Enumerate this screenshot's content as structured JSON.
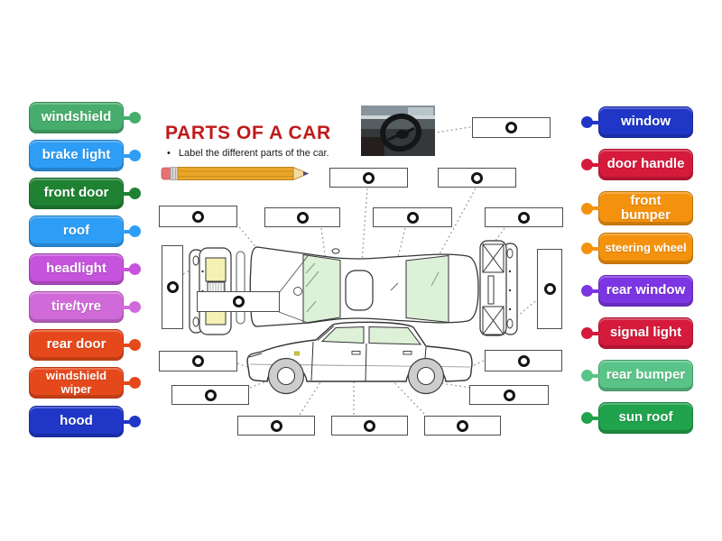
{
  "title": "PARTS OF A CAR",
  "instruction": {
    "bullet": "•",
    "text": "Label the different parts of the car."
  },
  "labels": {
    "left": [
      {
        "text": "windshield",
        "color": "#47ad6d"
      },
      {
        "text": "brake light",
        "color": "#2e9df5"
      },
      {
        "text": "front door",
        "color": "#1f8233"
      },
      {
        "text": "roof",
        "color": "#2e9df5"
      },
      {
        "text": "headlight",
        "color": "#c553dc"
      },
      {
        "text": "tire/tyre",
        "color": "#d06ad9"
      },
      {
        "text": "rear door",
        "color": "#e5491b"
      },
      {
        "text": "windshield wiper",
        "color": "#e5491b"
      },
      {
        "text": "hood",
        "color": "#2036c6"
      }
    ],
    "right": [
      {
        "text": "window",
        "color": "#2036c6"
      },
      {
        "text": "door handle",
        "color": "#d51a3c"
      },
      {
        "text": "front bumper",
        "color": "#f4920e"
      },
      {
        "text": "steering wheel",
        "color": "#f4920e"
      },
      {
        "text": "rear window",
        "color": "#7c35e2"
      },
      {
        "text": "signal light",
        "color": "#d51a3c"
      },
      {
        "text": "rear bumper",
        "color": "#5ac488"
      },
      {
        "text": "sun roof",
        "color": "#21a24c"
      }
    ]
  },
  "answer_boxes": {
    "count": 17,
    "marker_symbol": "O"
  },
  "diagram": {
    "photo": "car-interior-steering-wheel-photo",
    "drawings": [
      "car-top-view",
      "front-bumper-exploded",
      "rear-bumper-exploded",
      "car-side-view",
      "pencil"
    ]
  },
  "colors": {
    "title": "#c01a1a",
    "window_glass": "#ddf0d8",
    "box_border": "#4d4d4d",
    "dotted_line": "#999999"
  }
}
